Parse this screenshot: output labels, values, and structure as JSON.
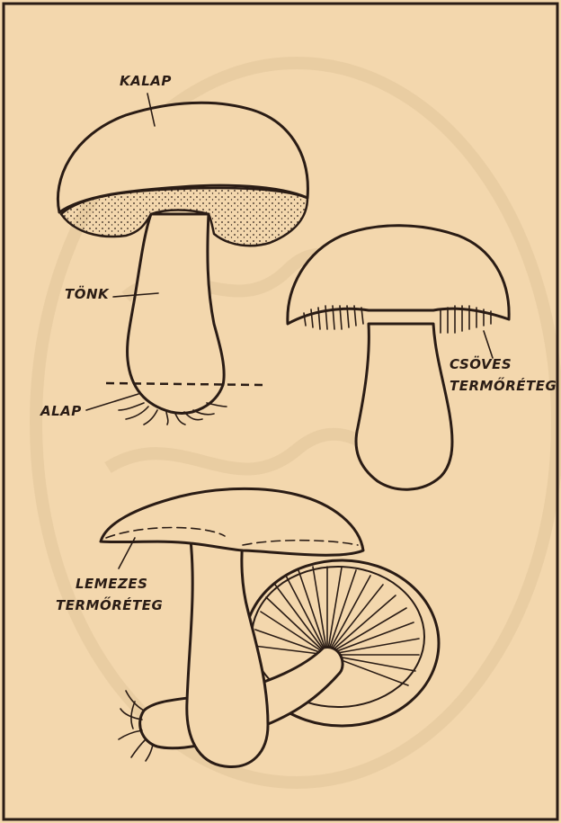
{
  "labels": {
    "kalap": "KALAP",
    "tonk": "TÖNK",
    "alap": "ALAP",
    "csoves_line1": "CSÖVES",
    "csoves_line2": "TERMŐRÉTEG",
    "lemezes_line1": "LEMEZES",
    "lemezes_line2": "TERMŐRÉTEG"
  },
  "colors": {
    "paper": "#f3d7ad",
    "ink": "#2a1c15",
    "watermark": "#d8b98e"
  }
}
